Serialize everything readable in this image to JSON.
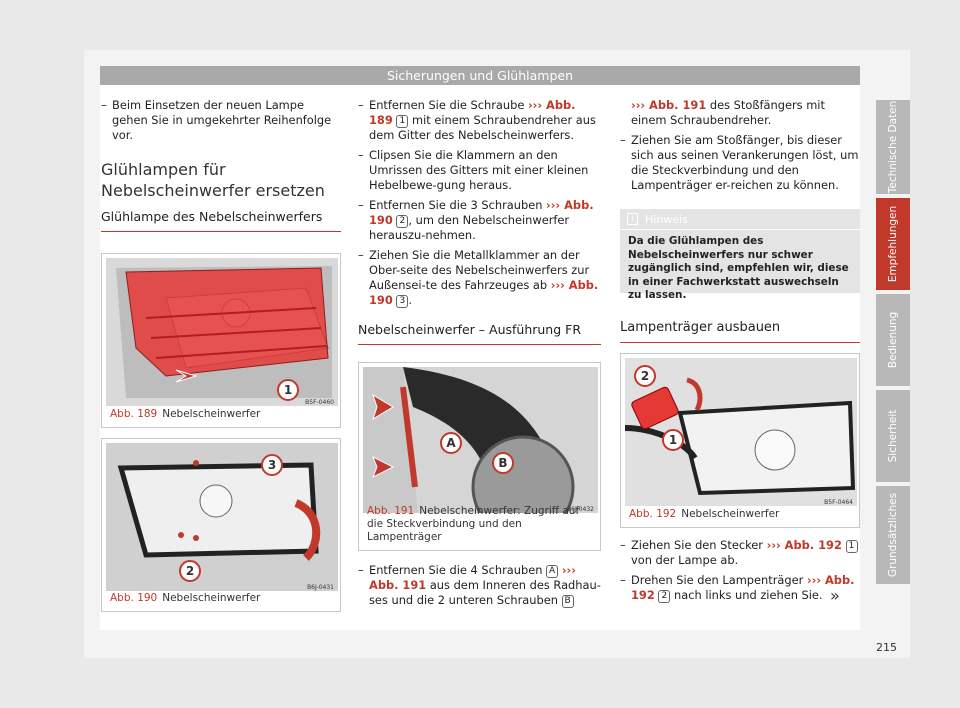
{
  "header": {
    "title": "Sicherungen und Glühlampen"
  },
  "col1": {
    "item1": "Beim Einsetzen der neuen Lampe gehen Sie in umgekehrter Reihenfolge vor.",
    "heading": "Glühlampen für Nebelscheinwerfer ersetzen",
    "subheading": "Glühlampe des Nebelscheinwerfers"
  },
  "col2": {
    "item1_pre": "Entfernen Sie die Schraube ",
    "item1_ref": "››› Abb. 189",
    "item1_badge": "1",
    "item1_post": " mit einem Schraubendreher aus dem Gitter des Nebelscheinwerfers.",
    "item2": "Clipsen Sie die Klammern an den Umrissen des Gitters mit einer kleinen Hebelbewe-gung heraus.",
    "item3_pre": "Entfernen Sie die 3 Schrauben ",
    "item3_ref": "››› Abb. 190",
    "item3_badge": "2",
    "item3_post": ", um den Nebelscheinwerfer herauszu-nehmen.",
    "item4_pre": "Ziehen Sie die Metallklammer an der Ober-seite des Nebelscheinwerfers zur Außensei-te des Fahrzeuges ab ",
    "item4_ref": "››› Abb. 190",
    "item4_badge": "3",
    "item4_post": ".",
    "subheading": "Nebelscheinwerfer – Ausführung FR",
    "item5_pre": "Entfernen Sie die 4 Schrauben ",
    "item5_badgeA": "A",
    "item5_ref": "››› Abb. 191",
    "item5_mid": " aus dem Inneren des Radhau-ses und die 2 unteren Schrauben ",
    "item5_badgeB": "B"
  },
  "col3": {
    "cont_ref": "››› Abb. 191",
    "cont_text": " des Stoßfängers mit einem Schraubendreher.",
    "item1": "Ziehen Sie am Stoßfänger, bis dieser sich aus seinen Verankerungen löst, um die Steckverbindung und den Lampenträger er-reichen zu können.",
    "note_title": "Hinweis",
    "note_text": "Da die Glühlampen des Nebelscheinwerfers nur schwer zugänglich sind, empfehlen wir, diese in einer Fachwerkstatt auswechseln zu lassen.",
    "subheading": "Lampenträger ausbauen",
    "item2_pre": "Ziehen Sie den Stecker ",
    "item2_ref": "››› Abb. 192",
    "item2_badge": "1",
    "item2_post": " von der Lampe ab.",
    "item3_pre": "Drehen Sie den Lampenträger ",
    "item3_ref": "››› Abb. 192",
    "item3_badge": "2",
    "item3_post": " nach links und ziehen Sie."
  },
  "figures": {
    "f189": {
      "num": "Abb. 189",
      "caption": "Nebelscheinwerfer",
      "code": "B5F-0460",
      "callout": "1"
    },
    "f190": {
      "num": "Abb. 190",
      "caption": "Nebelscheinwerfer",
      "code": "B6J-0431",
      "callout2": "2",
      "callout3": "3"
    },
    "f191": {
      "num": "Abb. 191",
      "caption": "Nebelscheinwerfer: Zugriff auf die Steckverbindung und den Lampenträger",
      "code": "B6J-0432",
      "calloutA": "A",
      "calloutB": "B"
    },
    "f192": {
      "num": "Abb. 192",
      "caption": "Nebelscheinwerfer",
      "code": "B5F-0464",
      "callout1": "1",
      "callout2": "2"
    }
  },
  "tabs": [
    "Technische Daten",
    "Empfehlungen",
    "Bedienung",
    "Sicherheit",
    "Grundsätzliches"
  ],
  "footer": {
    "page": "215",
    "continue": "»"
  },
  "colors": {
    "accent": "#c0392b",
    "header": "#a9a9a9",
    "tab": "#b8b8b8"
  }
}
